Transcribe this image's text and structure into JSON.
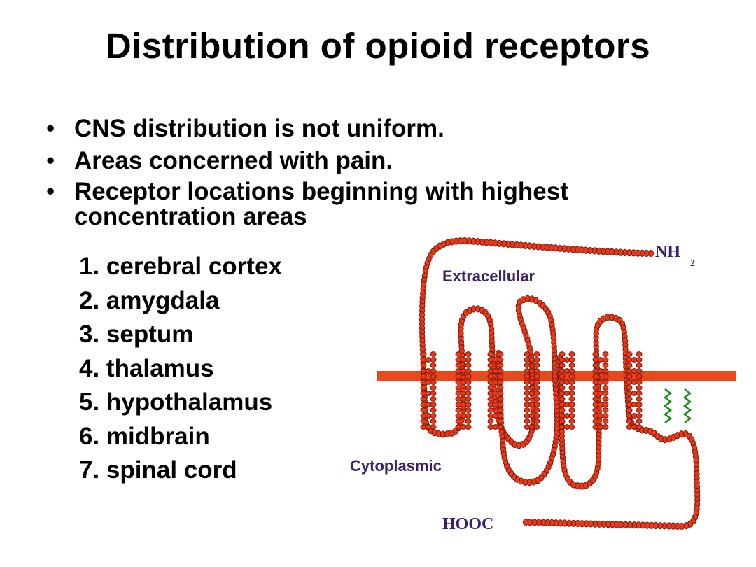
{
  "slide": {
    "title": "Distribution of opioid receptors",
    "bullets": [
      "CNS  distribution is not uniform.",
      "Areas concerned with pain.",
      "Receptor locations beginning with highest concentration areas"
    ],
    "bullet_symbol": "•",
    "locations": [
      "1. cerebral cortex",
      "2. amygdala",
      "3. septum",
      "4. thalamus",
      "5. hypothalamus",
      "6. midbrain",
      "7. spinal cord"
    ]
  },
  "diagram": {
    "extracellular_label": "Extracellular",
    "cytoplasmic_label": "Cytoplasmic",
    "nh2_label": "NH",
    "nh2_subscript": "2",
    "hooc_label": "HOOC",
    "colors": {
      "residue_fill": "#e8391a",
      "residue_stroke": "#7a1606",
      "membrane": "#e8481c",
      "palmitoyl": "#1a8a1a",
      "label": "#3c1e6e"
    }
  }
}
